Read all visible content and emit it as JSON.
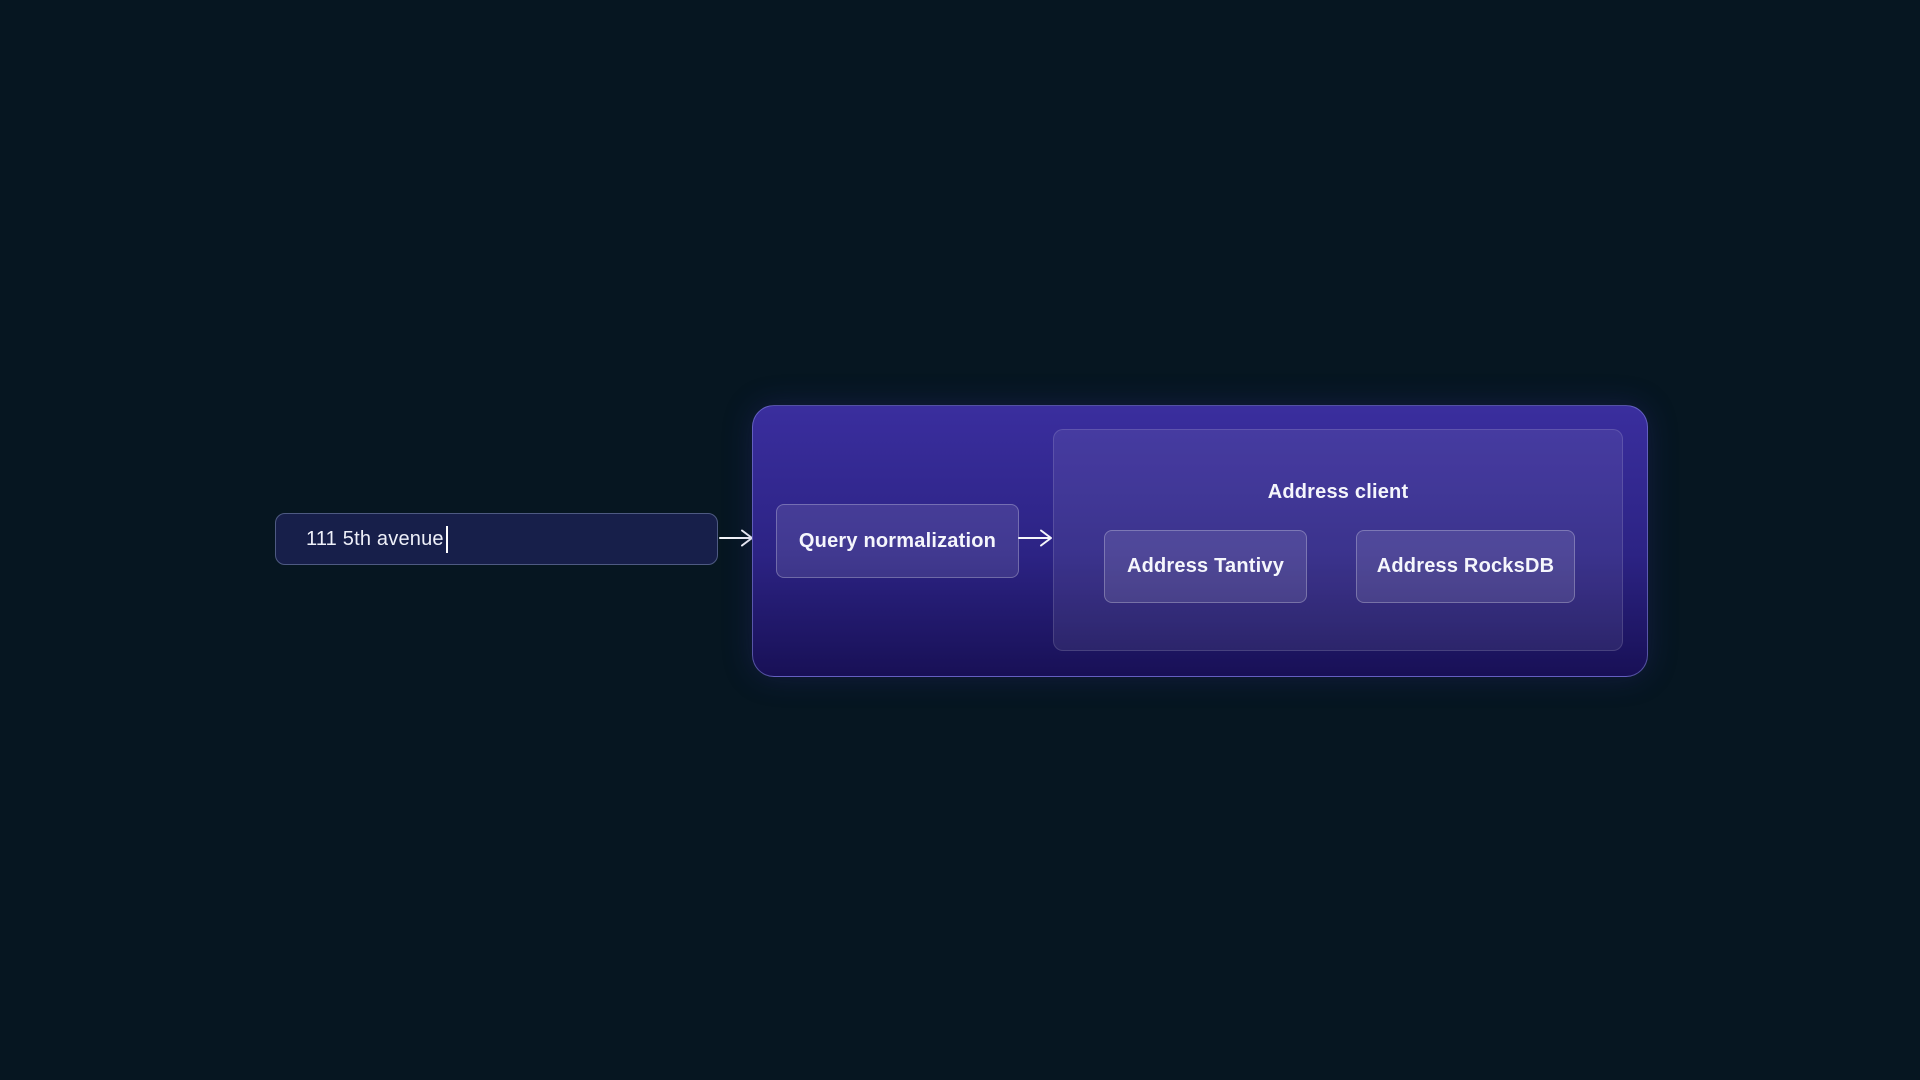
{
  "page": {
    "background": "#061621"
  },
  "query_input": {
    "value": "111 5th avenue"
  },
  "pipeline": {
    "query_normalization": {
      "label": "Query normalization"
    },
    "address_client": {
      "title": "Address client",
      "services": [
        {
          "label": "Address Tantivy"
        },
        {
          "label": "Address RocksDB"
        }
      ]
    }
  },
  "icons": {
    "arrow_right": "→"
  },
  "colors": {
    "canvas_background": "#061621",
    "input_background": "#171f4a",
    "input_border": "#4e5a82",
    "container_gradient_top": "#3a2e9e",
    "container_gradient_bottom": "#181056",
    "container_border": "#8688e0",
    "node_fill": "rgba(255,255,255,0.10)",
    "node_border": "rgba(255,255,255,0.26)",
    "text": "#f5f6fc",
    "arrow": "#f5f6fa"
  }
}
